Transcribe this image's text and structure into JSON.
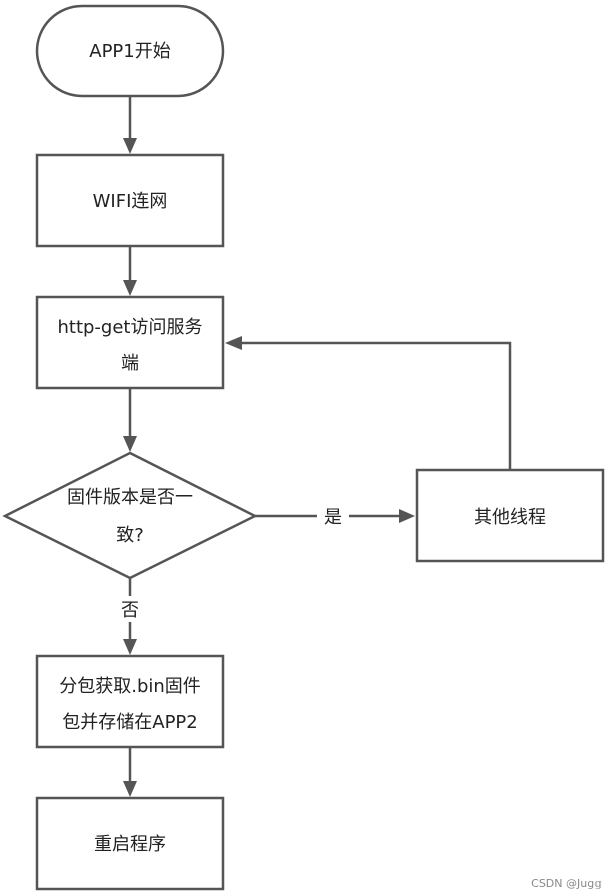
{
  "nodes": {
    "start": "APP1开始",
    "wifi": "WIFI连网",
    "http_line1": "http-get访问服务",
    "http_line2": "端",
    "decision_line1": "固件版本是否一",
    "decision_line2": "致?",
    "other": "其他线程",
    "download_line1": "分包获取.bin固件",
    "download_line2": "包并存储在APP2",
    "restart": "重启程序"
  },
  "edges": {
    "yes": "是",
    "no": "否"
  },
  "watermark": "CSDN @Jug𝕘",
  "colors": {
    "stroke": "#555555",
    "text": "#222222",
    "background": "#ffffff"
  }
}
